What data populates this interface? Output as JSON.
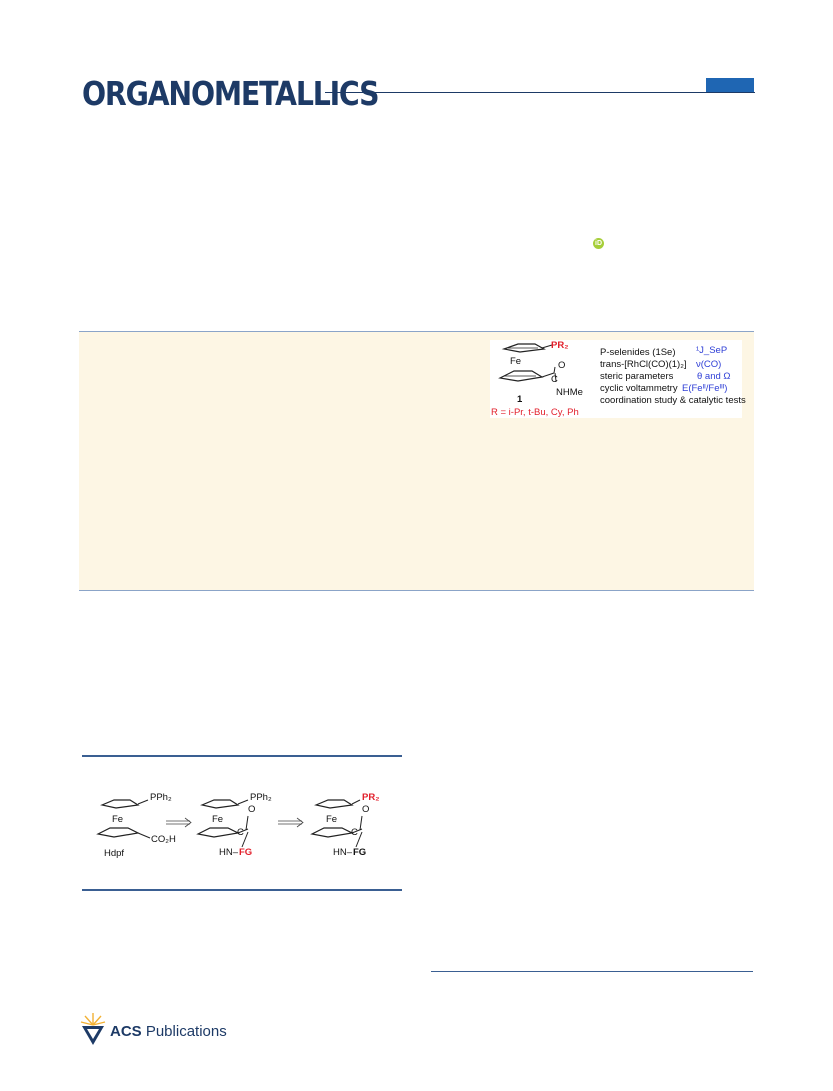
{
  "header": {
    "journal_title": "ORGANOMETALLICS"
  },
  "toc_graphic": {
    "substituent_top": "PR₂",
    "metal": "Fe",
    "carbonyl_o": "O",
    "carbonyl_c": "C",
    "amide": "NHMe",
    "compound_number": "1",
    "r_definition": "R = i-Pr, t-Bu, Cy, Ph",
    "properties": [
      {
        "label": "P-selenides (1Se)",
        "value": "¹J_SeP"
      },
      {
        "label": "trans-[RhCl(CO)(1)₂]",
        "value": "ν(CO)"
      },
      {
        "label": "steric parameters",
        "value": "θ and Ω"
      },
      {
        "label": "cyclic voltammetry",
        "value": "E(Feᴵᴵ/Feᴵᴵᴵ)"
      },
      {
        "label": "coordination study & catalytic tests",
        "value": ""
      }
    ]
  },
  "scheme": {
    "start_substituent": "PPh₂",
    "start_metal": "Fe",
    "start_acid": "CO₂H",
    "start_name": "Hdpf",
    "mid_substituent": "PPh₂",
    "mid_metal": "Fe",
    "mid_o": "O",
    "mid_c": "C",
    "mid_amide": "HN–",
    "mid_fg": "FG",
    "end_substituent": "PR₂",
    "end_metal": "Fe",
    "end_o": "O",
    "end_c": "C",
    "end_amide": "HN–",
    "end_fg": "FG"
  },
  "footer": {
    "publisher_bold": "ACS",
    "publisher_rest": " Publications"
  },
  "colors": {
    "accent_navy": "#1d3a66",
    "accent_blue": "#1f66b3",
    "highlight_red": "#e2202c",
    "property_blue": "#2f3fd6",
    "abstract_bg": "#fdf6e4",
    "orcid_green": "#a6ce39"
  }
}
